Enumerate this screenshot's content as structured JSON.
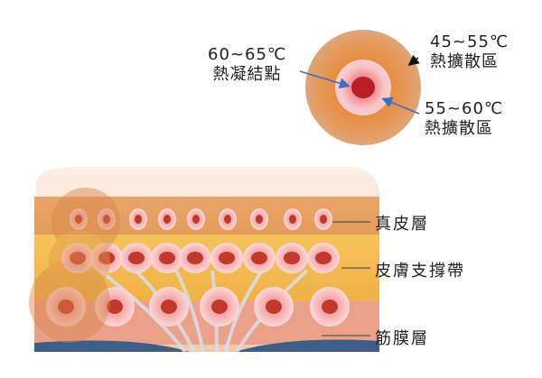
{
  "heat_zones": {
    "core": {
      "temp": "60~65℃",
      "name": "熱凝結點"
    },
    "outer": {
      "temp": "45~55℃",
      "name": "熱擴散區"
    },
    "middle": {
      "temp": "55~60℃",
      "name": "熱擴散區"
    }
  },
  "layers": [
    {
      "label": "真皮層"
    },
    {
      "label": "皮膚支撐帶"
    },
    {
      "label": "筋膜層"
    }
  ],
  "colors": {
    "core": "#b81e24",
    "pink": "#f6b8b8",
    "orange": "#e8904a",
    "arrow": "#3a6fc4"
  }
}
